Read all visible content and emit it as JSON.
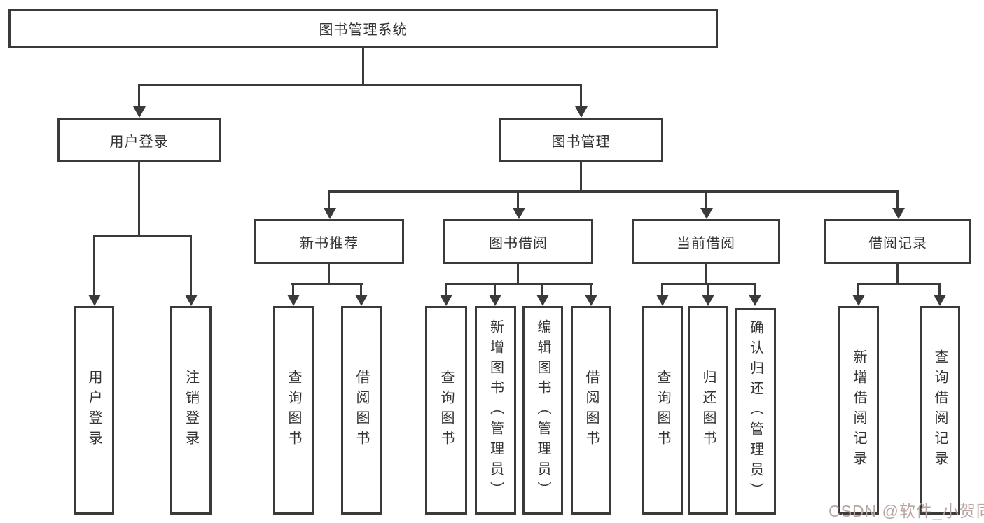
{
  "tree": {
    "label": "图书管理系统",
    "children": [
      {
        "label": "用户登录",
        "children": [
          {
            "label": "用户登录"
          },
          {
            "label": "注销登录"
          }
        ]
      },
      {
        "label": "图书管理",
        "children": [
          {
            "label": "新书推荐",
            "children": [
              {
                "label": "查询图书"
              },
              {
                "label": "借阅图书"
              }
            ]
          },
          {
            "label": "图书借阅",
            "children": [
              {
                "label": "查询图书"
              },
              {
                "label": "新增图书（管理员）"
              },
              {
                "label": "编辑图书（管理员）"
              },
              {
                "label": "借阅图书"
              }
            ]
          },
          {
            "label": "当前借阅",
            "children": [
              {
                "label": "查询图书"
              },
              {
                "label": "归还图书"
              },
              {
                "label": "确认归还（管理员）"
              }
            ]
          },
          {
            "label": "借阅记录",
            "children": [
              {
                "label": "新增借阅记录"
              },
              {
                "label": "查询借阅记录"
              }
            ]
          }
        ]
      }
    ]
  },
  "watermark": {
    "text": "CSDN @软件_小贺同学"
  },
  "colors": {
    "line": "#3a3a3a",
    "text": "#333333",
    "box_background": "#ffffff",
    "watermark": "#b9a5a3",
    "background": "#ffffff"
  }
}
